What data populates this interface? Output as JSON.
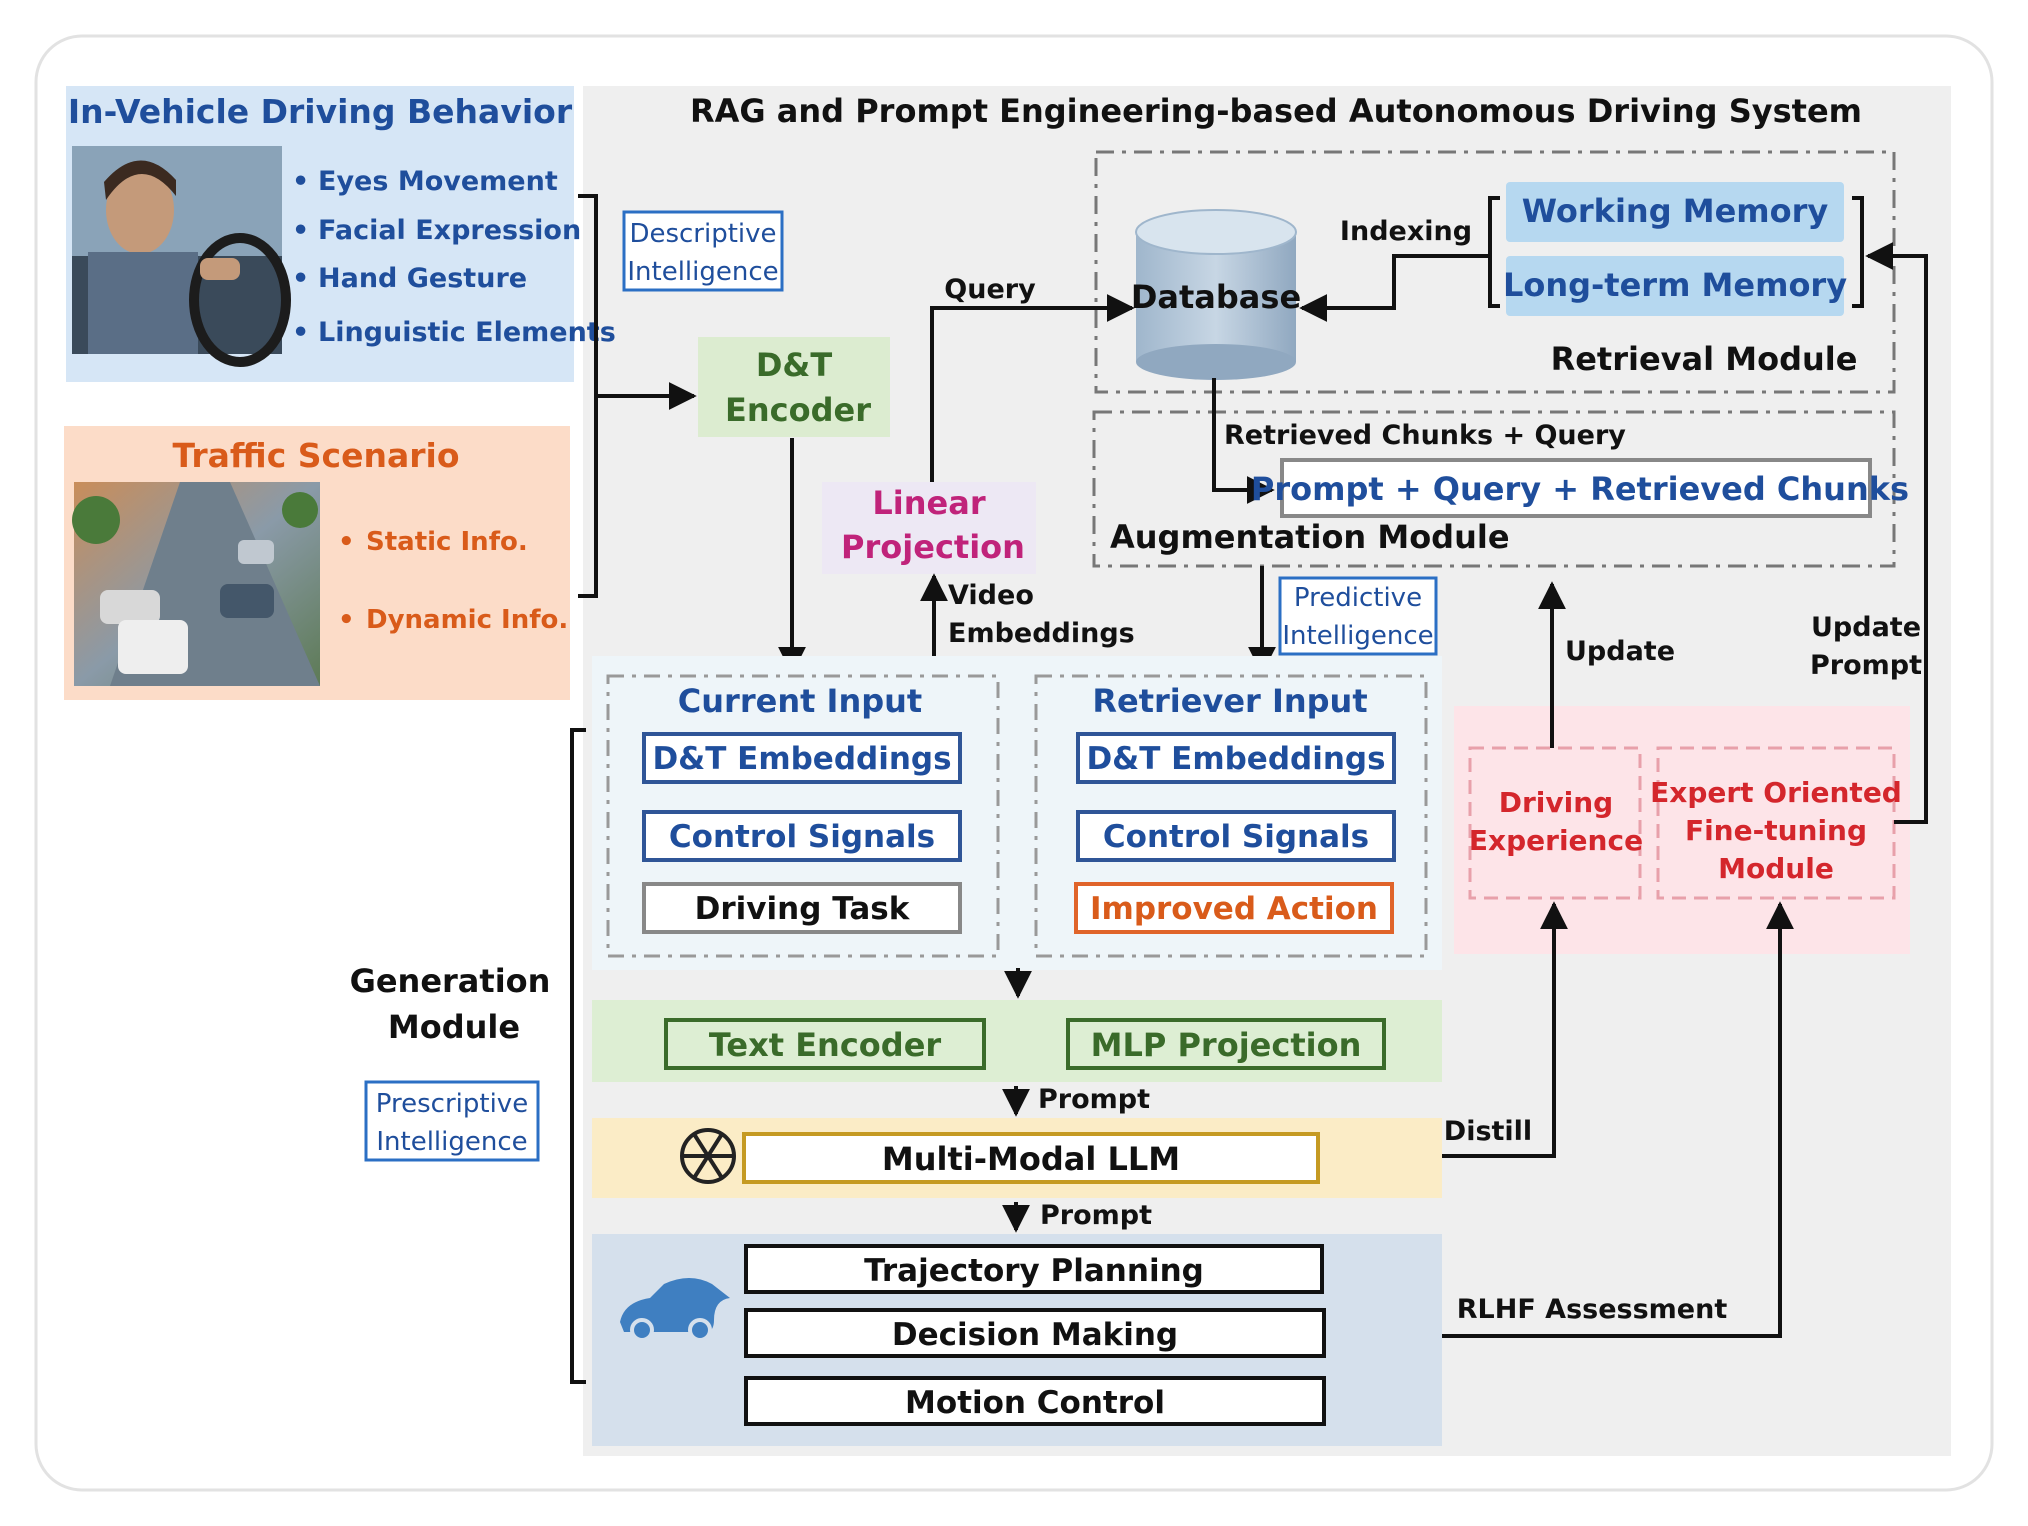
{
  "system_title": "RAG and Prompt Engineering-based Autonomous Driving  System",
  "in_vehicle": {
    "title": "In-Vehicle Driving Behavior",
    "items": [
      "Eyes Movement",
      "Facial Expression",
      "Hand Gesture",
      "Linguistic Elements"
    ]
  },
  "traffic": {
    "title": "Traffic Scenario",
    "items": [
      "Static Info.",
      "Dynamic Info."
    ]
  },
  "descriptive_intelligence": [
    "Descriptive",
    "Intelligence"
  ],
  "predictive_intelligence": [
    "Predictive",
    "Intelligence"
  ],
  "prescriptive_intelligence": [
    "Prescriptive",
    "Intelligence"
  ],
  "encoder": [
    "D&T",
    "Encoder"
  ],
  "linear_projection": [
    "Linear",
    "Projection"
  ],
  "labels": {
    "query": "Query",
    "indexing": "Indexing",
    "video_embeddings": [
      "Video",
      "Embeddings"
    ],
    "retrieved_chunks_query": "Retrieved Chunks + Query",
    "update": "Update",
    "update_prompt": [
      "Update",
      "Prompt"
    ],
    "prompt1": "Prompt",
    "prompt2": "Prompt",
    "distill": "Distill",
    "rlhf": "RLHF Assessment"
  },
  "database": "Database",
  "memory": {
    "working": "Working Memory",
    "long_term": "Long-term Memory"
  },
  "retrieval_module": "Retrieval Module",
  "augmentation": {
    "box": "Prompt + Query + Retrieved Chunks",
    "title": "Augmentation Module"
  },
  "current_input": {
    "title": "Current Input",
    "items": [
      "D&T Embeddings",
      "Control Signals",
      "Driving Task"
    ]
  },
  "retriever_input": {
    "title": "Retriever Input",
    "items": [
      "D&T Embeddings",
      "Control Signals",
      "Improved Action"
    ]
  },
  "encoders": {
    "text": "Text Encoder",
    "mlp": "MLP Projection"
  },
  "llm": "Multi-Modal LLM",
  "outputs": [
    "Trajectory Planning",
    "Decision Making",
    "Motion Control"
  ],
  "generation_module": [
    "Generation",
    "Module"
  ],
  "expert": {
    "driving_experience": [
      "Driving",
      "Experience"
    ],
    "fine_tuning": [
      "Expert Oriented",
      "Fine-tuning",
      "Module"
    ]
  },
  "colors": {
    "blue_text": "#1f4e9c",
    "orange_text": "#d95b1a",
    "green_text": "#3a6b2a",
    "magenta_text": "#c0237a",
    "red_text": "#d4262c"
  }
}
